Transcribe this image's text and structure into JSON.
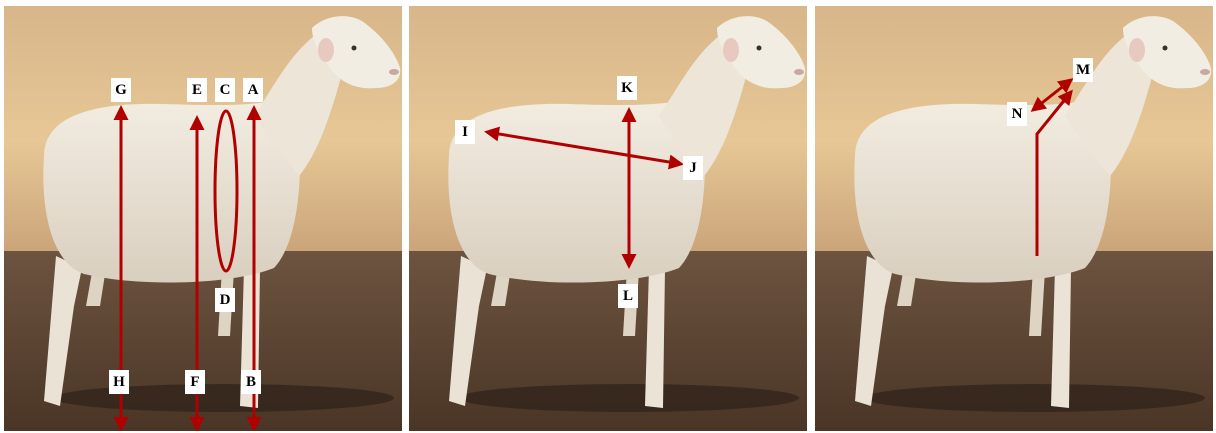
{
  "panels": [
    {
      "labels": {
        "A": "A",
        "B": "B",
        "C": "C",
        "D": "D",
        "E": "E",
        "F": "F",
        "G": "G",
        "H": "H"
      }
    },
    {
      "labels": {
        "I": "I",
        "J": "J",
        "K": "K",
        "L": "L"
      }
    },
    {
      "labels": {
        "M": "M",
        "N": "N"
      }
    }
  ],
  "colors": {
    "sky": "#e2c08e",
    "ground": "#5c4330",
    "wool": "#ede6d8",
    "measure": "#b00000"
  }
}
